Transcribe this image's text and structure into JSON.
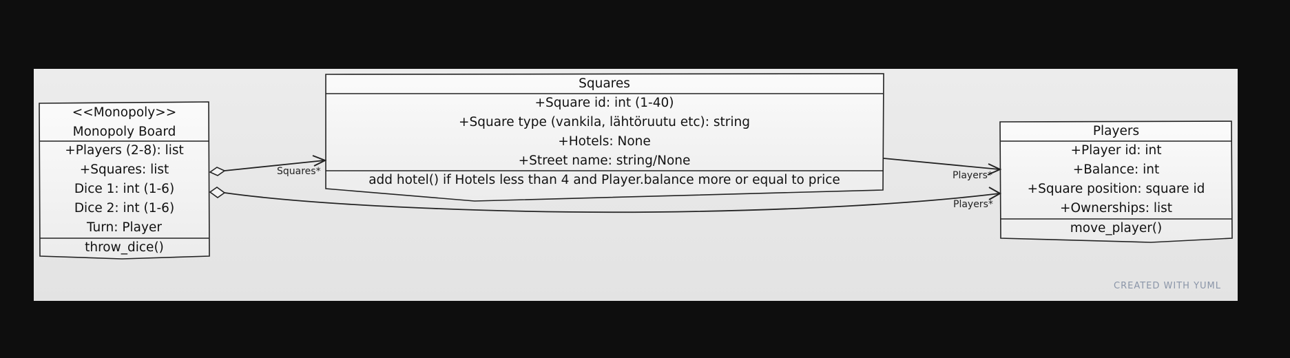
{
  "classes": {
    "monopoly": {
      "header": [
        "<<Monopoly>>",
        "Monopoly Board"
      ],
      "attributes": [
        "+Players (2-8): list",
        "+Squares: list",
        "Dice 1: int (1-6)",
        "Dice 2: int (1-6)",
        "Turn: Player"
      ],
      "methods": [
        "throw_dice()"
      ]
    },
    "squares": {
      "header": [
        "Squares"
      ],
      "attributes": [
        "+Square id: int (1-40)",
        "+Square type (vankila, lähtöruutu etc): string",
        "+Hotels: None",
        "+Street name: string/None"
      ],
      "methods": [
        "add hotel() if Hotels less than 4 and Player.balance more or equal to price"
      ]
    },
    "players": {
      "header": [
        "Players"
      ],
      "attributes": [
        "+Player id: int",
        "+Balance: int",
        "+Square position: square id",
        "+Ownerships: list"
      ],
      "methods": [
        "move_player()"
      ]
    }
  },
  "associations": {
    "board_squares": {
      "multiplicity": "Squares*"
    },
    "squares_players": {
      "multiplicity": "Players*"
    },
    "board_players": {
      "multiplicity": "Players*"
    }
  },
  "watermark": "CREATED WITH YUML",
  "colors": {
    "canvas": "#e6e6e6",
    "box_fill": "#f4f4f4",
    "stroke": "#222222",
    "watermark": "#8a95a8"
  }
}
